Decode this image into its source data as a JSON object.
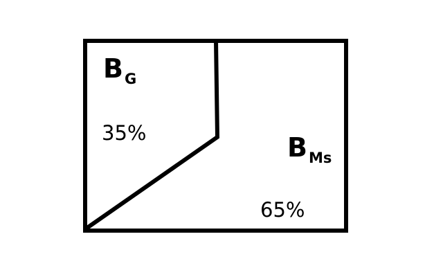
{
  "regions": [
    {
      "id": "BG",
      "letter": "B",
      "subscript": "G",
      "percent": "35%"
    },
    {
      "id": "BMs",
      "letter": "B",
      "subscript": "Ms",
      "percent": "65%"
    }
  ],
  "colors": {
    "stroke": "#000000",
    "background": "#ffffff"
  }
}
